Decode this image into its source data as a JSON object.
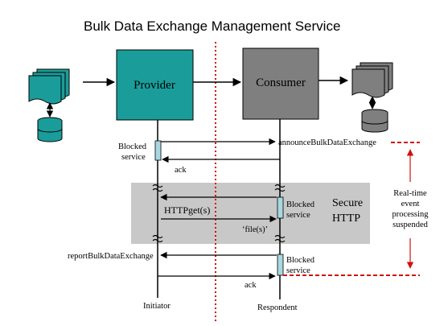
{
  "diagram": {
    "title": "Bulk Data Exchange Management Service",
    "provider_label": "Provider",
    "consumer_label": "Consumer",
    "initiator_label": "Initiator",
    "respondent_label": "Respondent",
    "announce_label": "announceBulkDataExchange",
    "blocked_service_left_1": "Blocked",
    "blocked_service_left_2": "service",
    "ack_1": "ack",
    "blocked_mid_1": "Blocked",
    "blocked_mid_2": "service",
    "secure_1": "Secure",
    "secure_2": "HTTP",
    "httpget": "HTTPget(s)",
    "files": "‘file(s)’",
    "report_label": "reportBulkDataExchange",
    "blocked_bottom_1": "Blocked",
    "blocked_bottom_2": "service",
    "ack_2": "ack",
    "realtime_1": "Real-time",
    "realtime_2": "event",
    "realtime_3": "processing",
    "realtime_4": "suspended",
    "colors": {
      "provider": "#1a9d9a",
      "consumer": "#7f7f7f",
      "secure_band": "#c8c8c8",
      "activation": "#a8d8e0",
      "red": "#d01010"
    }
  }
}
